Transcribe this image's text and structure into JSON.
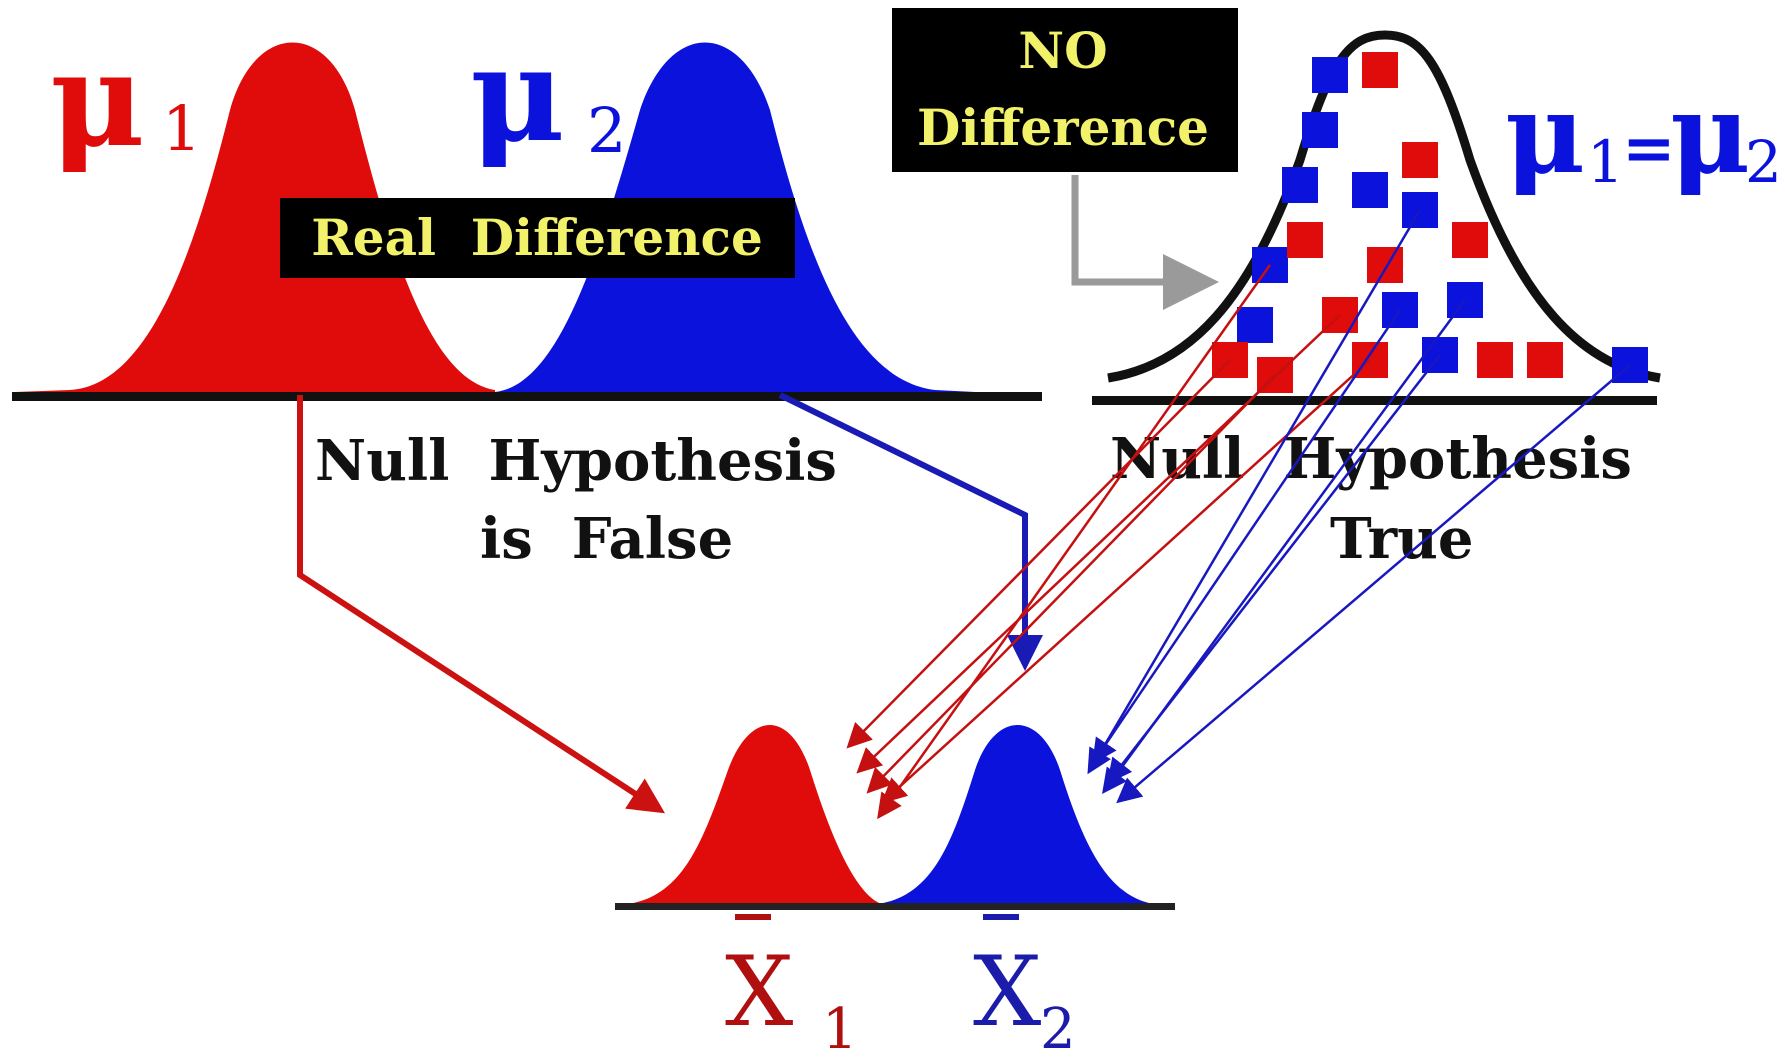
{
  "labels": {
    "mu1_symbol": "μ",
    "mu1_sub": "1",
    "mu2_symbol": "μ",
    "mu2_sub": "2",
    "real_difference": "Real  Difference",
    "no_difference_line1": "NO",
    "no_difference_line2": "Difference",
    "equal_mu1": "μ",
    "equal_sub1": "1",
    "equal_sign": "=",
    "equal_mu2": "μ",
    "equal_sub2": "2",
    "null_false_line1": "Null  Hypothesis",
    "null_false_line2": "is  False",
    "null_true_line1": "Null  Hypothesis",
    "null_true_line2": "True",
    "xbar1_letter": "X",
    "xbar1_sub": "1",
    "xbar2_letter": "X",
    "xbar2_sub": "2"
  },
  "colors": {
    "red": "#e00c0c",
    "blue": "#0a12dc",
    "dark_red": "#b00f0f",
    "navy": "#1c1caa",
    "black": "#111111",
    "label_bg": "#000000",
    "label_text": "#f2f26a",
    "gray_arrow": "#9a9a9a"
  }
}
